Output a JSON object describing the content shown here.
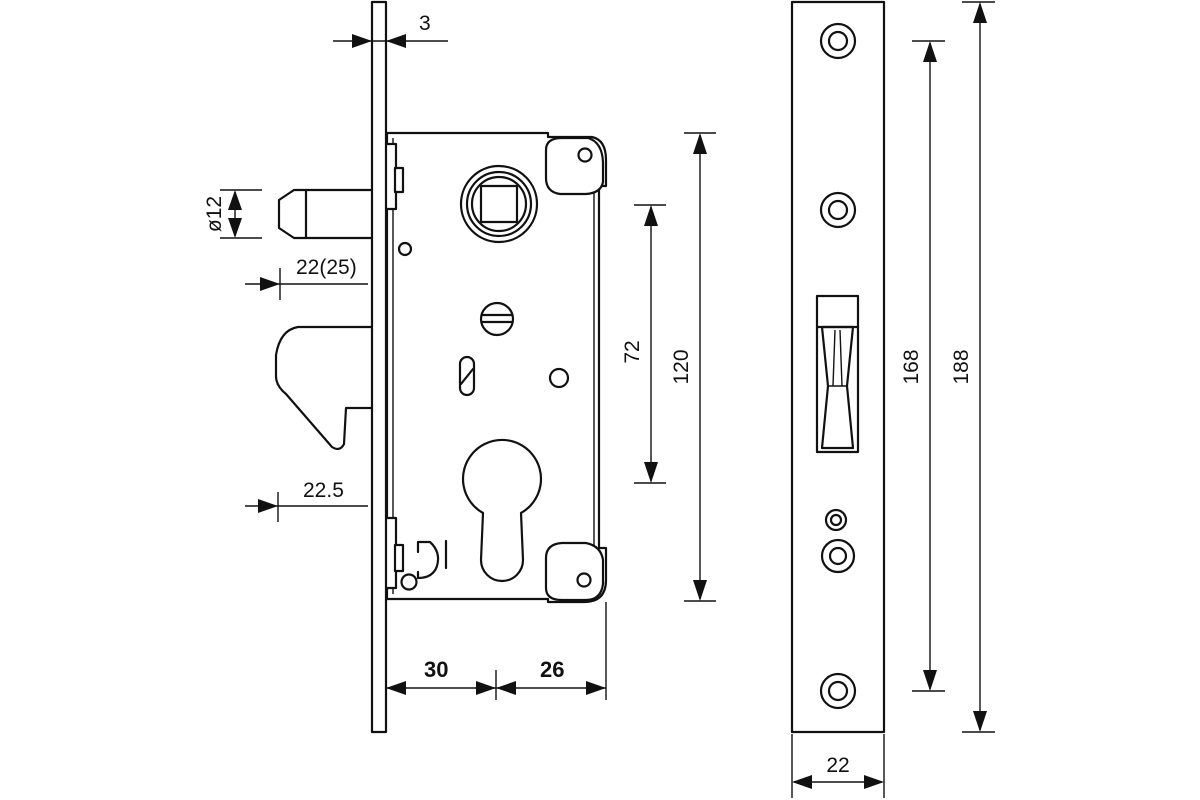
{
  "dimensions": {
    "faceplate_thickness": "3",
    "bolt_diameter": "ø12",
    "bolt_projection": "22(25)",
    "hook_projection": "22.5",
    "backset_left": "30",
    "backset_right": "26",
    "center_distance": "72",
    "case_height": "120",
    "fixing_distance": "168",
    "faceplate_height": "188",
    "faceplate_width": "22"
  }
}
